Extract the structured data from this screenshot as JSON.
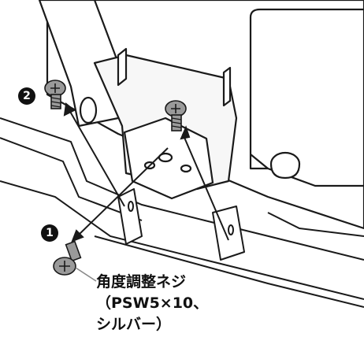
{
  "steps": [
    {
      "number": "2"
    },
    {
      "number": "1"
    }
  ],
  "callout": {
    "lines": [
      "角度調整ネジ",
      "（PSW5×10、",
      "シルバー）"
    ]
  },
  "colors": {
    "line": "#1a1a1a",
    "panel": "#ffffff",
    "screw": "#9a9a9a",
    "screw_dark": "#6a6a6a",
    "badge": "#111111",
    "pointer": "#888888"
  }
}
